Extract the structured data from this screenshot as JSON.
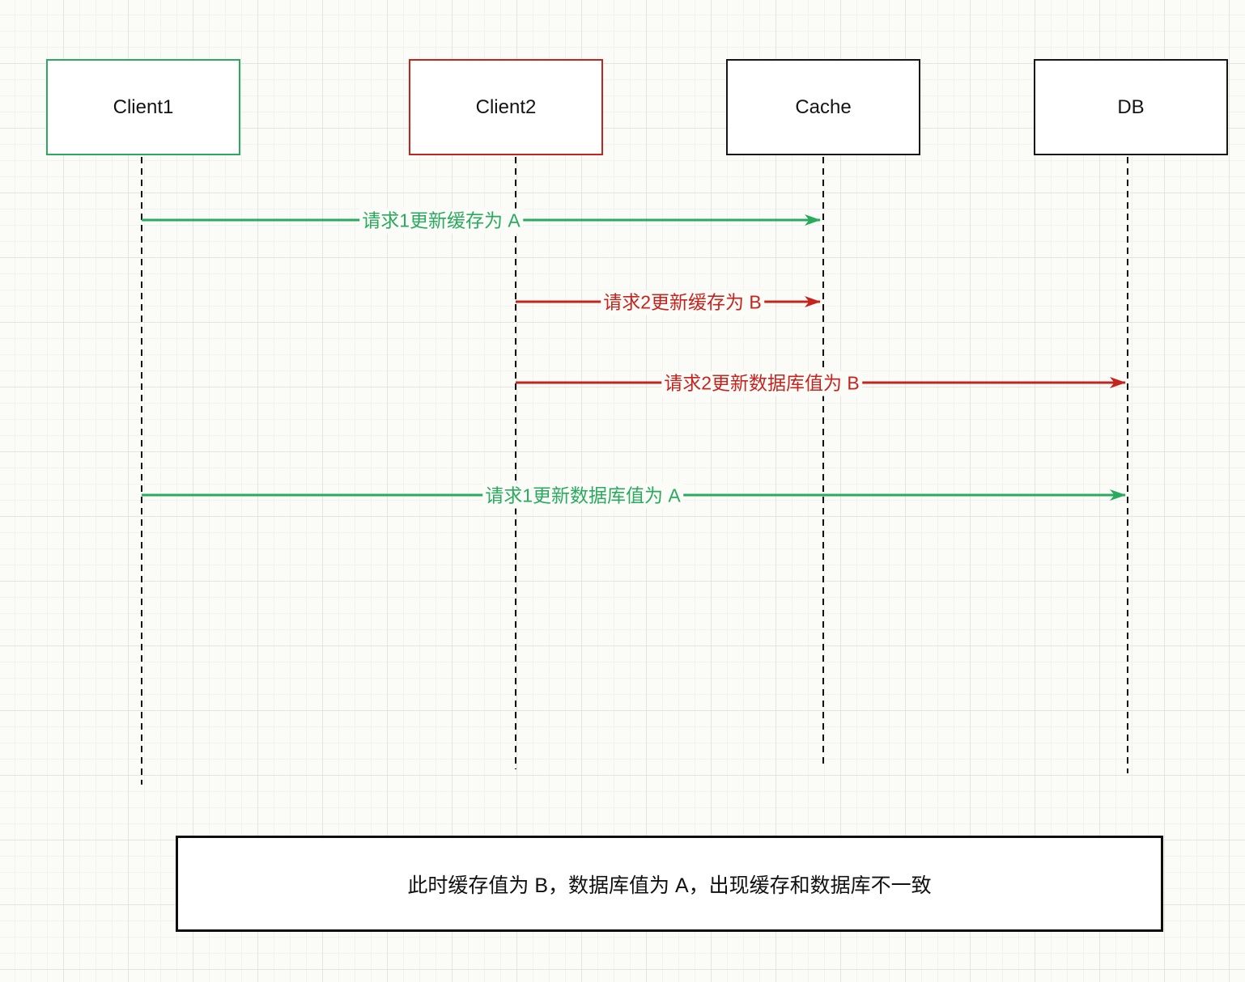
{
  "title": "cache-db-inconsistency-sequence-diagram",
  "colors": {
    "green": "#2aaa5e",
    "red": "#c4241e",
    "black": "#161616",
    "canvas-bg": "#fbfbf8",
    "grid-minor": "#f1f1ee",
    "grid-major": "#e3e3e0"
  },
  "actors": [
    {
      "id": "client1",
      "label": "Client1",
      "border_color": "green"
    },
    {
      "id": "client2",
      "label": "Client2",
      "border_color": "red"
    },
    {
      "id": "cache",
      "label": "Cache",
      "border_color": "black"
    },
    {
      "id": "db",
      "label": "DB",
      "border_color": "black"
    }
  ],
  "messages": [
    {
      "seq": 1,
      "from": "Client1",
      "to": "Cache",
      "color": "green",
      "label": "请求1更新缓存为 A"
    },
    {
      "seq": 2,
      "from": "Client2",
      "to": "Cache",
      "color": "red",
      "label": "请求2更新缓存为 B"
    },
    {
      "seq": 3,
      "from": "Client2",
      "to": "DB",
      "color": "red",
      "label": "请求2更新数据库值为 B"
    },
    {
      "seq": 4,
      "from": "Client1",
      "to": "DB",
      "color": "green",
      "label": "请求1更新数据库值为 A"
    }
  ],
  "note": {
    "text": "此时缓存值为 B，数据库值为 A，出现缓存和数据库不一致"
  }
}
